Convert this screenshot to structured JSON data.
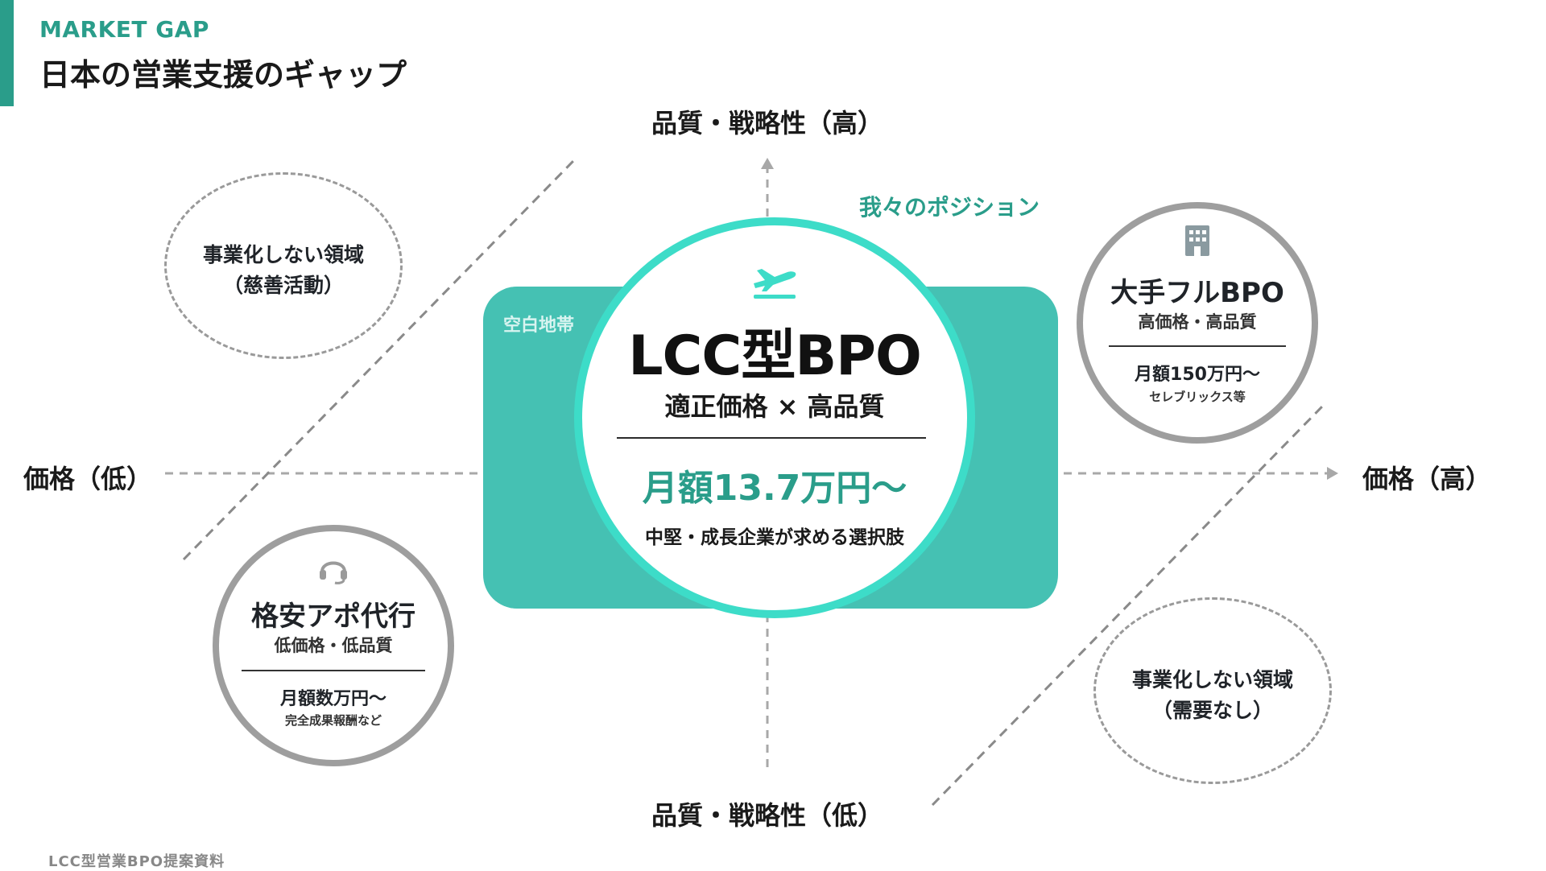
{
  "header": {
    "eyebrow": "MARKET GAP",
    "title": "日本の営業支援のギャップ"
  },
  "axes": {
    "top": "品質・戦略性（高）",
    "bottom": "品質・戦略性（低）",
    "left": "価格（低）",
    "right": "価格（高）"
  },
  "position_label": "我々のポジション",
  "blank_zone_label": "空白地帯",
  "main": {
    "title": "LCC型BPO",
    "subtitle": "適正価格 × 高品質",
    "price": "月額13.7万円〜",
    "tagline": "中堅・成長企業が求める選択肢",
    "icon": "airplane-icon"
  },
  "quadrants": {
    "top_left": {
      "line1": "事業化しない領域",
      "line2": "（慈善活動）"
    },
    "bottom_right": {
      "line1": "事業化しない領域",
      "line2": "（需要なし）"
    },
    "top_right": {
      "icon": "building-icon",
      "title": "大手フルBPO",
      "sub": "高価格・高品質",
      "price": "月額150万円〜",
      "example": "セレブリックス等"
    },
    "bottom_left": {
      "icon": "headset-icon",
      "title": "格安アポ代行",
      "sub": "低価格・低品質",
      "price": "月額数万円〜",
      "example": "完全成果報酬など"
    }
  },
  "footer": "LCC型営業BPO提案資料",
  "colors": {
    "accent": "#2a9d8a",
    "teal_panel": "#45c1b3",
    "teal_ring": "#3ddcc8",
    "gray_ring": "#9e9e9e"
  }
}
